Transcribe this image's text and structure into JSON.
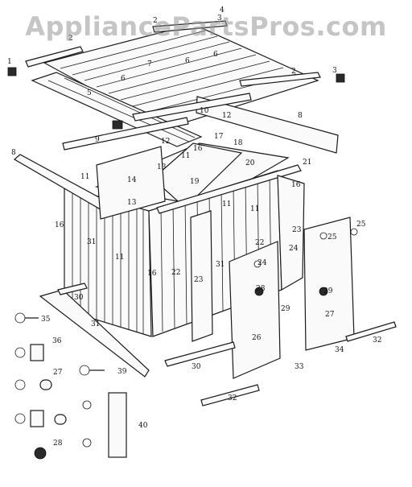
{
  "watermark": "AppliancePartsPros.com",
  "callouts": [
    {
      "id": "c1",
      "text": "1"
    },
    {
      "id": "c2a",
      "text": "2"
    },
    {
      "id": "c2b",
      "text": "2"
    },
    {
      "id": "c2c",
      "text": "2"
    },
    {
      "id": "c3a",
      "text": "3"
    },
    {
      "id": "c3b",
      "text": "3"
    },
    {
      "id": "c4",
      "text": "4"
    },
    {
      "id": "c5",
      "text": "5"
    },
    {
      "id": "c6a",
      "text": "6"
    },
    {
      "id": "c6b",
      "text": "6"
    },
    {
      "id": "c6c",
      "text": "6"
    },
    {
      "id": "c7",
      "text": "7"
    },
    {
      "id": "c8a",
      "text": "8"
    },
    {
      "id": "c8b",
      "text": "8"
    },
    {
      "id": "c9",
      "text": "9"
    },
    {
      "id": "c10",
      "text": "10"
    },
    {
      "id": "c11a",
      "text": "11"
    },
    {
      "id": "c11b",
      "text": "11"
    },
    {
      "id": "c11c",
      "text": "11"
    },
    {
      "id": "c11d",
      "text": "11"
    },
    {
      "id": "c11e",
      "text": "11"
    },
    {
      "id": "c12a",
      "text": "12"
    },
    {
      "id": "c12b",
      "text": "12"
    },
    {
      "id": "c13a",
      "text": "13"
    },
    {
      "id": "c13b",
      "text": "13"
    },
    {
      "id": "c14",
      "text": "14"
    },
    {
      "id": "c16a",
      "text": "16"
    },
    {
      "id": "c16b",
      "text": "16"
    },
    {
      "id": "c16c",
      "text": "16"
    },
    {
      "id": "c16d",
      "text": "16"
    },
    {
      "id": "c17",
      "text": "17"
    },
    {
      "id": "c18",
      "text": "18"
    },
    {
      "id": "c19",
      "text": "19"
    },
    {
      "id": "c20",
      "text": "20"
    },
    {
      "id": "c21",
      "text": "21"
    },
    {
      "id": "c22a",
      "text": "22"
    },
    {
      "id": "c22b",
      "text": "22"
    },
    {
      "id": "c23a",
      "text": "23"
    },
    {
      "id": "c23b",
      "text": "23"
    },
    {
      "id": "c24a",
      "text": "24"
    },
    {
      "id": "c24b",
      "text": "24"
    },
    {
      "id": "c25a",
      "text": "25"
    },
    {
      "id": "c25b",
      "text": "25"
    },
    {
      "id": "c26",
      "text": "26"
    },
    {
      "id": "c27a",
      "text": "27"
    },
    {
      "id": "c27b",
      "text": "27"
    },
    {
      "id": "c28a",
      "text": "28"
    },
    {
      "id": "c28b",
      "text": "28"
    },
    {
      "id": "c29a",
      "text": "29"
    },
    {
      "id": "c29b",
      "text": "29"
    },
    {
      "id": "c30a",
      "text": "30"
    },
    {
      "id": "c30b",
      "text": "30"
    },
    {
      "id": "c31a",
      "text": "31"
    },
    {
      "id": "c31b",
      "text": "31"
    },
    {
      "id": "c31c",
      "text": "31"
    },
    {
      "id": "c32a",
      "text": "32"
    },
    {
      "id": "c32b",
      "text": "32"
    },
    {
      "id": "c33",
      "text": "33"
    },
    {
      "id": "c34",
      "text": "34"
    },
    {
      "id": "c35",
      "text": "35"
    },
    {
      "id": "c36",
      "text": "36"
    },
    {
      "id": "c39",
      "text": "39"
    },
    {
      "id": "c40",
      "text": "40"
    }
  ]
}
